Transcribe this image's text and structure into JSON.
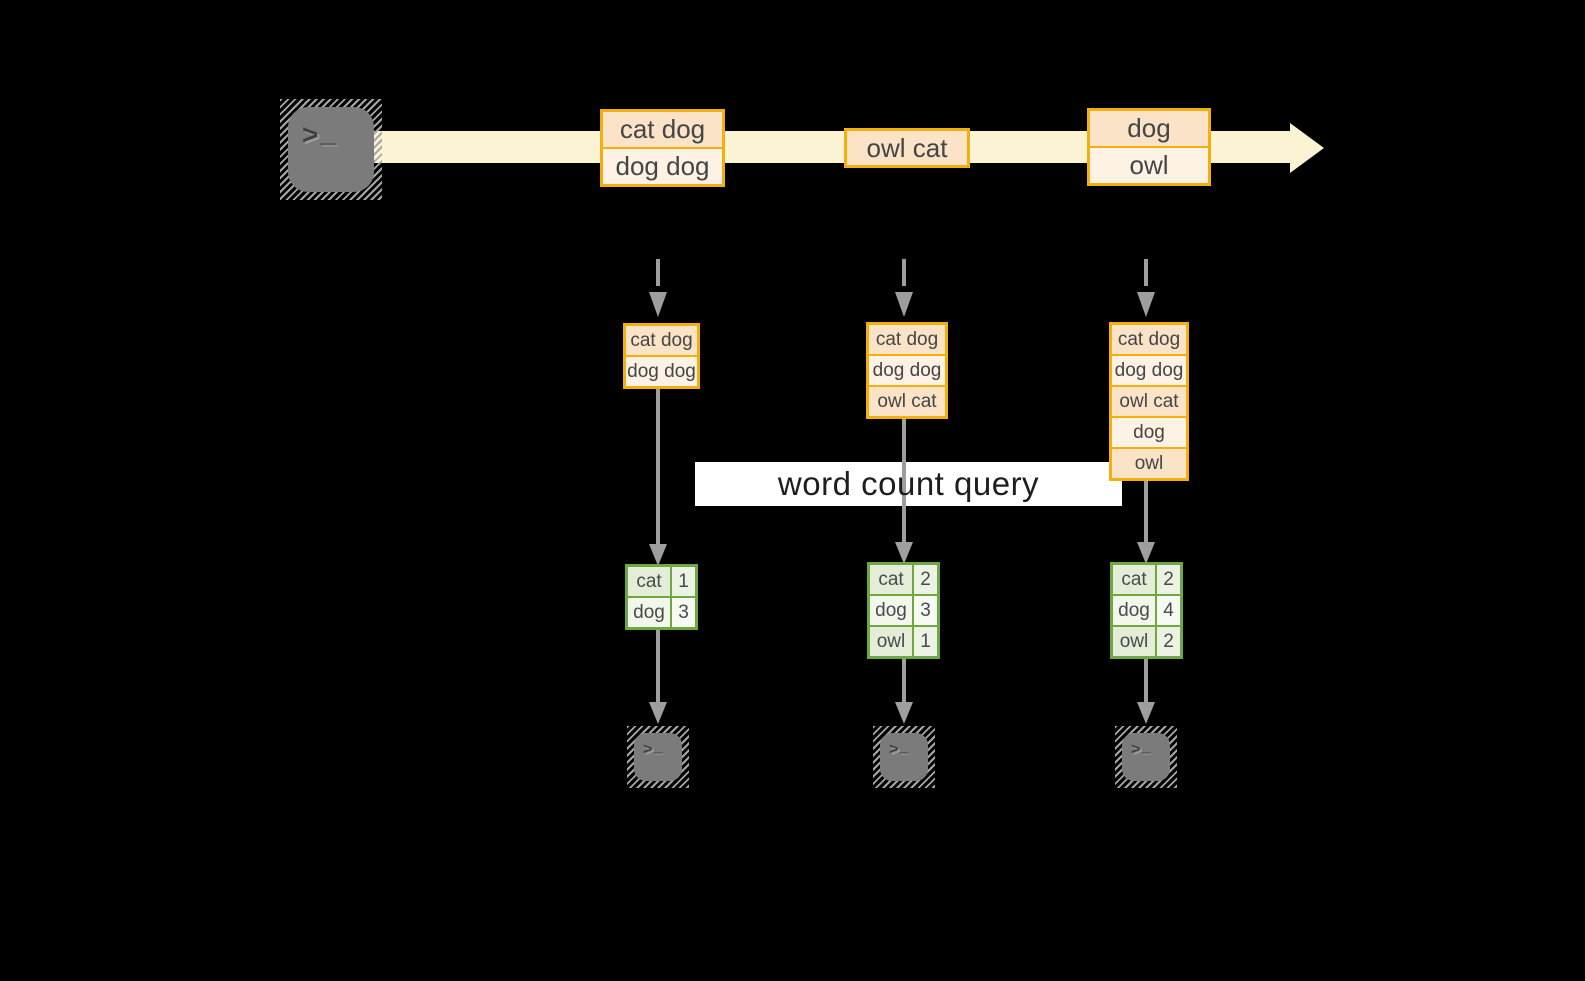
{
  "colors": {
    "background": "#000000",
    "stream_band": "#fbf3d4",
    "record_border": "#f3af0c",
    "record_fill_dark": "#fae3c6",
    "record_fill_light": "#fdf2e3",
    "table_border": "#6fa83e",
    "table_fill_green": "#e3edd8",
    "table_fill_light": "#f2f7ec",
    "arrow_gray": "#9e9e9e",
    "terminal_gray": "#7b7b7b",
    "query_box_bg": "#ffffff"
  },
  "terminal_icon": {
    "chevron": ">",
    "underscore": "_"
  },
  "stream": {
    "records": [
      {
        "cells": [
          {
            "text": "cat dog"
          },
          {
            "text": "dog dog"
          }
        ]
      },
      {
        "cells": [
          {
            "text": "owl cat"
          }
        ]
      },
      {
        "cells": [
          {
            "text": "dog"
          },
          {
            "text": "owl"
          }
        ]
      }
    ]
  },
  "query": {
    "label": "word count query"
  },
  "columns": [
    {
      "state": [
        {
          "text": "cat dog"
        },
        {
          "text": "dog dog"
        }
      ],
      "counts": [
        {
          "word": "cat",
          "count": "1"
        },
        {
          "word": "dog",
          "count": "3"
        }
      ]
    },
    {
      "state": [
        {
          "text": "cat dog"
        },
        {
          "text": "dog dog"
        },
        {
          "text": "owl cat"
        }
      ],
      "counts": [
        {
          "word": "cat",
          "count": "2"
        },
        {
          "word": "dog",
          "count": "3"
        },
        {
          "word": "owl",
          "count": "1"
        }
      ]
    },
    {
      "state": [
        {
          "text": "cat dog"
        },
        {
          "text": "dog dog"
        },
        {
          "text": "owl cat"
        },
        {
          "text": "dog"
        },
        {
          "text": "owl"
        }
      ],
      "counts": [
        {
          "word": "cat",
          "count": "2"
        },
        {
          "word": "dog",
          "count": "4"
        },
        {
          "word": "owl",
          "count": "2"
        }
      ]
    }
  ]
}
